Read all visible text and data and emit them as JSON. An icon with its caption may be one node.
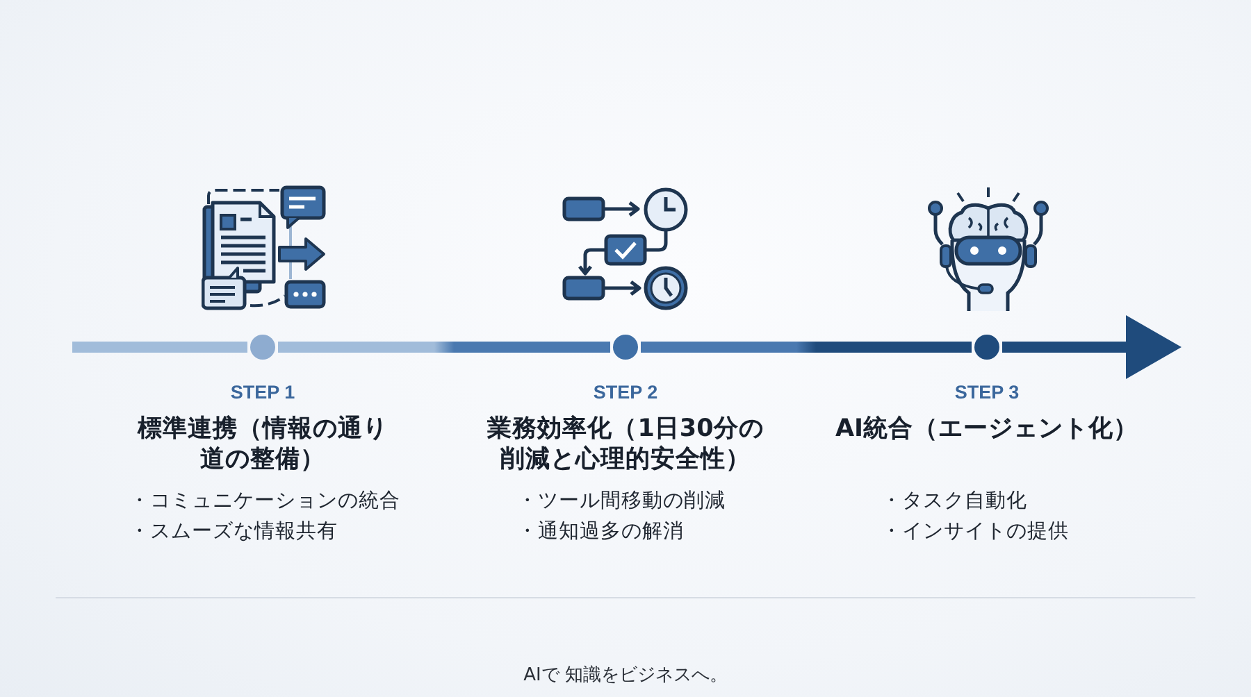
{
  "diagram": {
    "nodes": [
      {
        "text": [],
        "shape": "circle",
        "beside": [
          "STEP 1",
          "標準連携（情報の通り道の整備）",
          "・コミュニケーションの統合",
          "・スムーズな情報共有"
        ]
      },
      {
        "text": [],
        "shape": "circle",
        "beside": [
          "STEP 2",
          "業務効率化（1日30分の削減と心理的安全性）",
          "・ツール間移動の削減",
          "・通知過多の解消"
        ]
      },
      {
        "text": [],
        "shape": "circle",
        "beside": [
          "STEP 3",
          "AI統合（エージェント化）",
          "・タスク自動化",
          "・インサイトの提供"
        ]
      }
    ],
    "edges": [
      {
        "from": null,
        "to": 0,
        "arrow": "none",
        "color": "#a1bcda"
      },
      {
        "from": 0,
        "to": 1,
        "arrow": "none",
        "color": "#4a79b0"
      },
      {
        "from": 1,
        "to": 2,
        "arrow": "none",
        "color": "#1f4b7c"
      },
      {
        "from": 2,
        "to": null,
        "arrow": "to",
        "color": "#1f4b7c"
      }
    ],
    "labels": [
      "AIで 知識をビジネスへ。"
    ]
  }
}
